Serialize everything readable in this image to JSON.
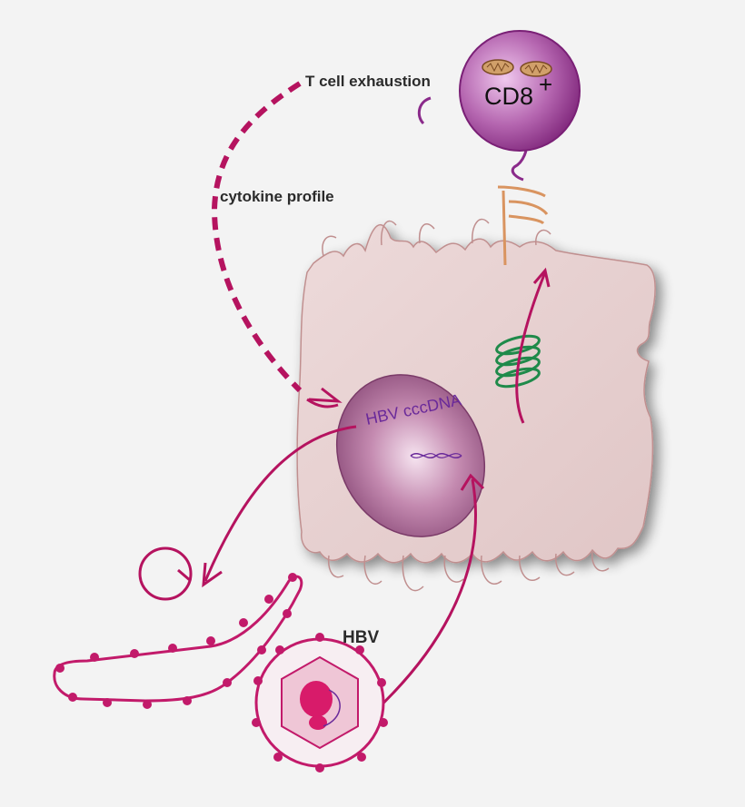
{
  "labels": {
    "t_cell_exhaustion": "T cell exhaustion",
    "cytokine_profile": "cytokine profile",
    "cd8": "CD8",
    "cd8_superscript": "+",
    "hbv_cccdna": "HBV cccDNA",
    "hbv": "HBV"
  },
  "colors": {
    "background": "#f3f3f3",
    "arrow_magenta": "#b5135f",
    "cd8_cell": "#8a2a8a",
    "hepatocyte": "#e9d3d3",
    "hepatocyte_outline": "#c08f8f",
    "nucleus": "#9c5b86",
    "cccdna_text": "#6a2a9a",
    "mhc_orange": "#d99460",
    "helix_green": "#1f8a4a",
    "virion_magenta": "#c21a6a"
  },
  "icons": [
    "cd8-t-cell-icon",
    "mitochondria-icon",
    "hepatocyte-icon",
    "nucleus-icon",
    "mhc-receptor-icon",
    "ribosome-helix-icon",
    "hbv-virion-icon",
    "hbsag-filament-icon",
    "subviral-sphere-icon"
  ]
}
